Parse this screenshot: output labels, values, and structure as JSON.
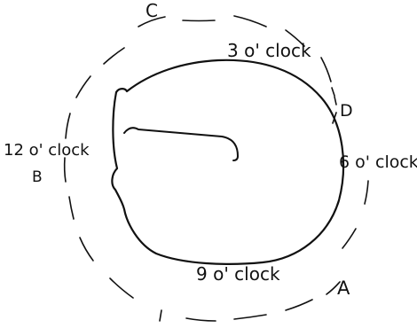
{
  "labels": {
    "three": "3 o' clock",
    "six": "6 o' clock",
    "nine": "9 o' clock",
    "twelve": "12 o' clock",
    "a": "A",
    "b": "B",
    "c": "C",
    "d": "D"
  },
  "colors": {
    "ink": "#111111",
    "background": "#ffffff"
  }
}
